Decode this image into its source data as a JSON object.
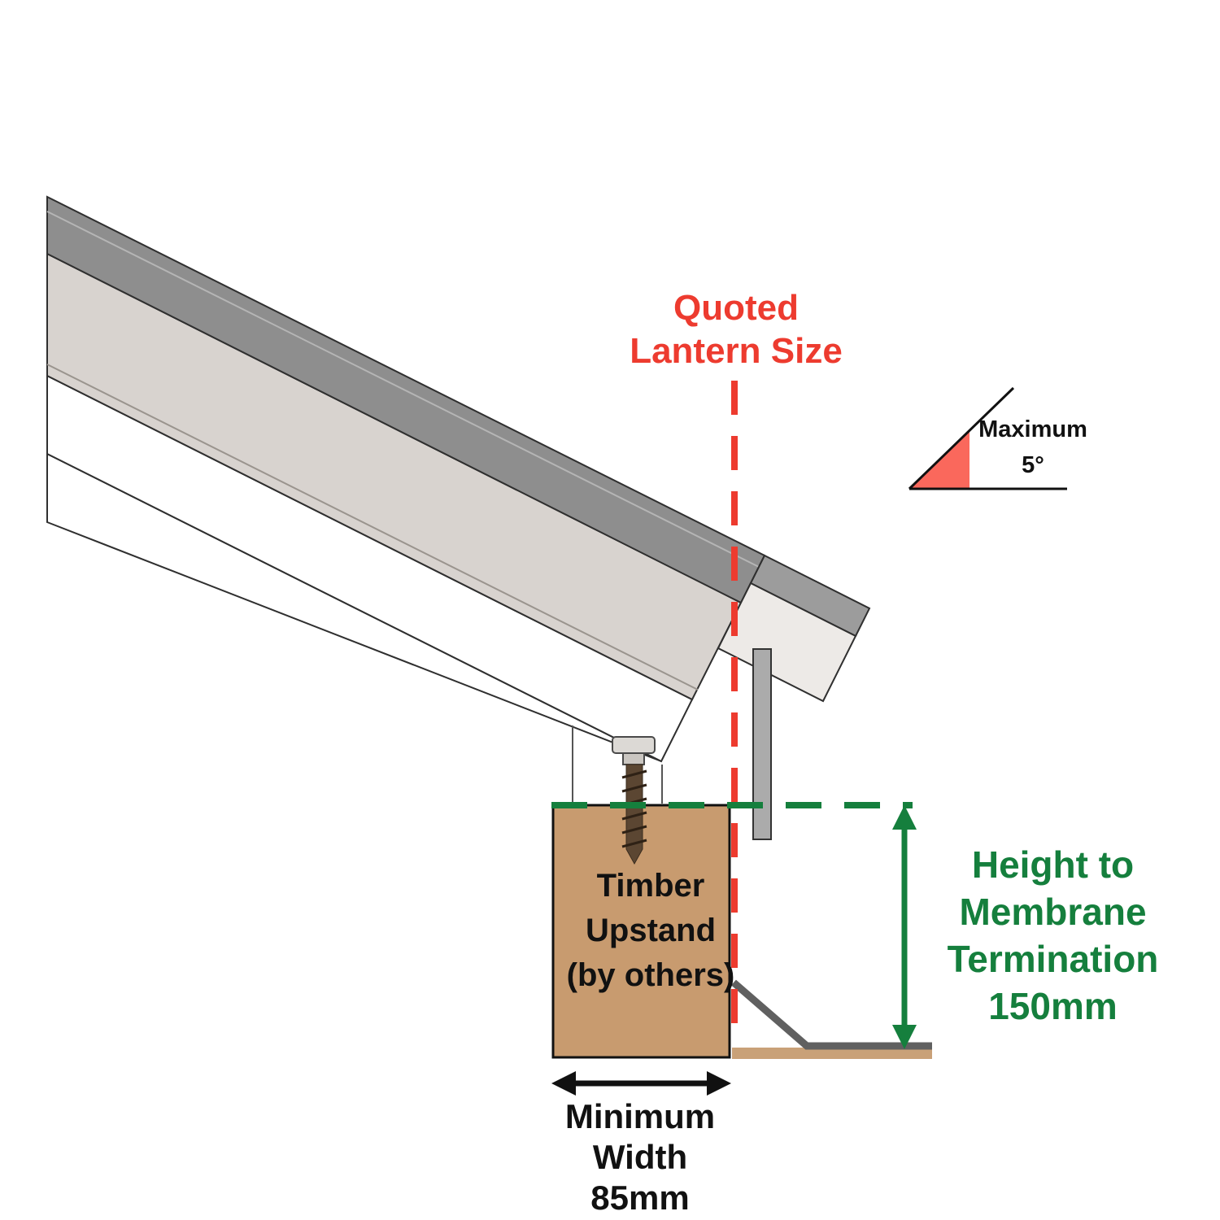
{
  "annotations": {
    "quoted_lantern_size": {
      "lines": [
        "Quoted",
        "Lantern Size"
      ]
    },
    "max_pitch": {
      "lines": [
        "Maximum",
        "5°"
      ]
    },
    "timber_upstand": {
      "lines": [
        "Timber",
        "Upstand",
        "(by others)"
      ]
    },
    "height_to_membrane": {
      "lines": [
        "Height to",
        "Membrane",
        "Termination",
        "150mm"
      ]
    },
    "minimum_width": {
      "lines": [
        "Minimum",
        "Width",
        "85mm"
      ]
    }
  },
  "measurements": {
    "maximum_roof_pitch": "5°",
    "height_to_membrane_termination": "150mm",
    "minimum_upstand_width": "85mm"
  },
  "colors": {
    "annotation_red": "#ed3b2f",
    "annotation_green": "#157f3d",
    "timber_fill": "#c89b6f",
    "deck_fill": "#c9a178",
    "pitch_wedge_fill": "#fa685c",
    "roof_cap_gray": "#8e8e8e",
    "roof_frame_beige": "#d8d3cf",
    "end_cap_gray": "#9c9c9c",
    "membrane_gray": "#606060"
  }
}
